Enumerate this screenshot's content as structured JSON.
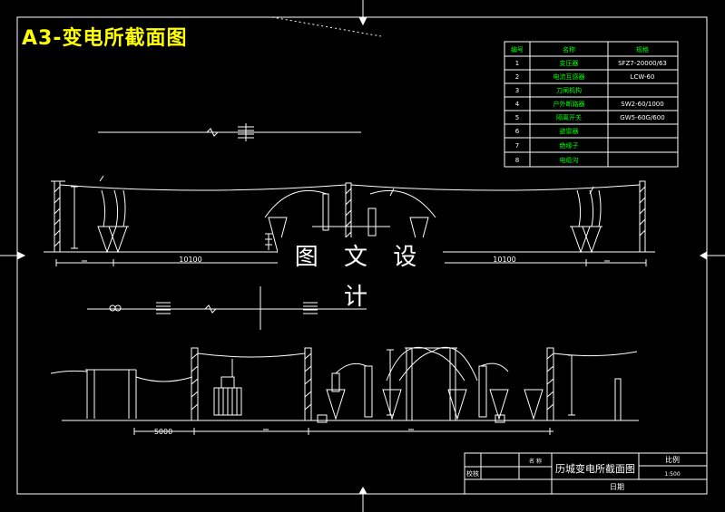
{
  "title": "A3-变电所截面图",
  "watermark": "图 文 设 计",
  "parts_table": {
    "headers": [
      "编号",
      "名称",
      "规格"
    ],
    "rows": [
      {
        "no": "1",
        "name": "变压器",
        "spec": "SFZ7-20000/63"
      },
      {
        "no": "2",
        "name": "电流互感器",
        "spec": "LCW-60"
      },
      {
        "no": "3",
        "name": "刀闸机构",
        "spec": ""
      },
      {
        "no": "4",
        "name": "户外断路器",
        "spec": "SW2-60/1000"
      },
      {
        "no": "5",
        "name": "隔离开关",
        "spec": "GW5-60G/600"
      },
      {
        "no": "6",
        "name": "避雷器",
        "spec": ""
      },
      {
        "no": "7",
        "name": "绝缘子",
        "spec": ""
      },
      {
        "no": "8",
        "name": "电缆沟",
        "spec": ""
      }
    ]
  },
  "dimensions": {
    "top_left": "10100",
    "top_right": "10100",
    "bottom_left": "5000"
  },
  "title_block": {
    "row1_label": "",
    "row2_label": "校核",
    "name_label": "名 称",
    "drawing_name": "历城变电所截面图",
    "scale_label": "比例",
    "scale_value": "1:500",
    "date_label": "日期"
  },
  "colors": {
    "background": "#000000",
    "lines": "#ffffff",
    "title": "#ffff00",
    "table_text": "#00ff00"
  }
}
